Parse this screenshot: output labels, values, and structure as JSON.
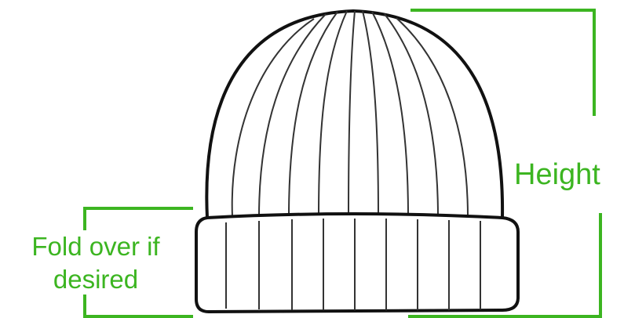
{
  "diagram": {
    "height_label": "Height",
    "fold_label_line1": "Fold over if",
    "fold_label_line2": "desired"
  },
  "colors": {
    "annotation": "#3cb521",
    "outline": "#111111",
    "background": "#ffffff"
  },
  "icons": {
    "hat": "beanie-hat-icon"
  }
}
